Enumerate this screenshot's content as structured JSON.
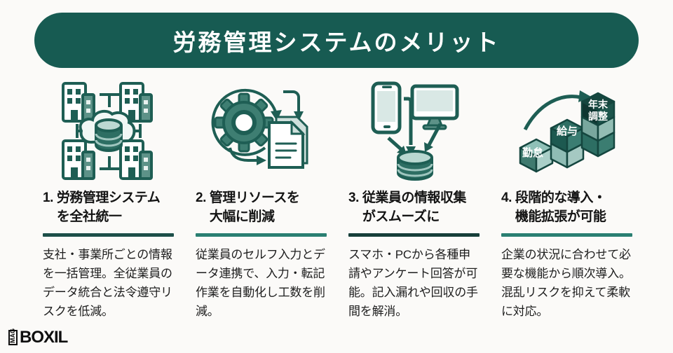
{
  "header": {
    "title": "労務管理システムのメリット"
  },
  "cards": [
    {
      "number": "1.",
      "title_line1": "労務管理システム",
      "title_line2": "を全社統一",
      "divider_color": "#1d4f49",
      "body": "支社・事業所ごとの情報を一括管理。全従業員のデータ統合と法令遵守リスクを低減。",
      "icon": "buildings-cloud-network"
    },
    {
      "number": "2.",
      "title_line1": "管理リソースを",
      "title_line2": "大幅に削減",
      "divider_color": "#2a7f72",
      "body": "従業員のセルフ入力とデータ連携で、入力・転記作業を自動化し工数を削減。",
      "icon": "gear-automation-document"
    },
    {
      "number": "3.",
      "title_line1": "従業員の情報収集",
      "title_line2": "がスムーズに",
      "divider_color": "#163f3a",
      "body": "スマホ・PCから各種申請やアンケート回答が可能。記入漏れや回収の手間を解消。",
      "icon": "devices-to-database"
    },
    {
      "number": "4.",
      "title_line1": "段階的な導入・",
      "title_line2": "機能拡張が可能",
      "divider_color": "#2a7f72",
      "body": "企業の状況に合わせて必要な機能から順次導入。混乱リスクを抑えて柔軟に対応。",
      "icon": "stacked-cubes-growth",
      "cube_labels": {
        "first": "勤怠",
        "second": "給与",
        "third_line1": "年末",
        "third_line2": "調整"
      }
    }
  ],
  "footer": {
    "logo_mag": "MAG",
    "logo_name": "BOXIL"
  },
  "colors": {
    "banner": "#175b52",
    "background": "#fbfaf8",
    "icon_stroke": "#1e5e54",
    "text": "#1e1e1e"
  }
}
